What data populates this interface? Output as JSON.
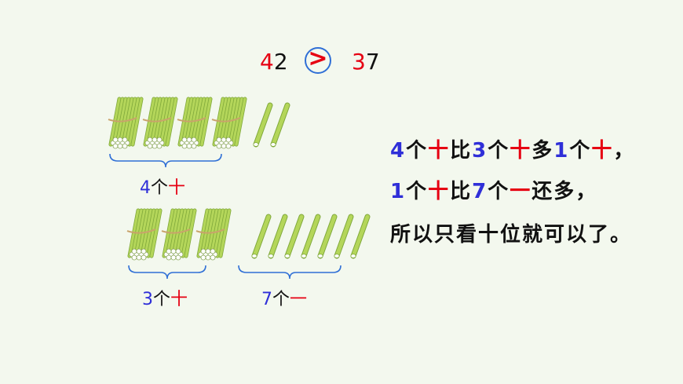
{
  "comparison": {
    "left_tens": "4",
    "left_ones": "2",
    "symbol": ">",
    "right_tens": "3",
    "right_ones": "7"
  },
  "labels": {
    "group1": {
      "num": "4",
      "unit": "个",
      "place": "十"
    },
    "group2": {
      "num": "3",
      "unit": "个",
      "place": "十"
    },
    "group3": {
      "num": "7",
      "unit": "个",
      "place": "一"
    }
  },
  "explanation": {
    "line1": [
      {
        "t": "4",
        "c": "blue"
      },
      {
        "t": "个",
        "c": "black"
      },
      {
        "t": "十",
        "c": "red"
      },
      {
        "t": "比",
        "c": "black"
      },
      {
        "t": "3",
        "c": "blue"
      },
      {
        "t": "个",
        "c": "black"
      },
      {
        "t": "十",
        "c": "red"
      },
      {
        "t": "多",
        "c": "black"
      },
      {
        "t": "1",
        "c": "blue"
      },
      {
        "t": "个",
        "c": "black"
      },
      {
        "t": "十",
        "c": "red"
      },
      {
        "t": "，",
        "c": "black"
      }
    ],
    "line2": [
      {
        "t": "1",
        "c": "blue"
      },
      {
        "t": "个",
        "c": "black"
      },
      {
        "t": "十",
        "c": "red"
      },
      {
        "t": "比",
        "c": "black"
      },
      {
        "t": "7",
        "c": "blue"
      },
      {
        "t": "个",
        "c": "black"
      },
      {
        "t": "一",
        "c": "red"
      },
      {
        "t": "还多，",
        "c": "black"
      }
    ],
    "line3": "所以只看十位就可以了。"
  },
  "colors": {
    "stick": "#b4d65a",
    "stick_dark": "#7fa83a",
    "tie": "#c9a36b",
    "red": "#e60012",
    "blue": "#2f2fd8",
    "brace": "#2f6fd6"
  }
}
